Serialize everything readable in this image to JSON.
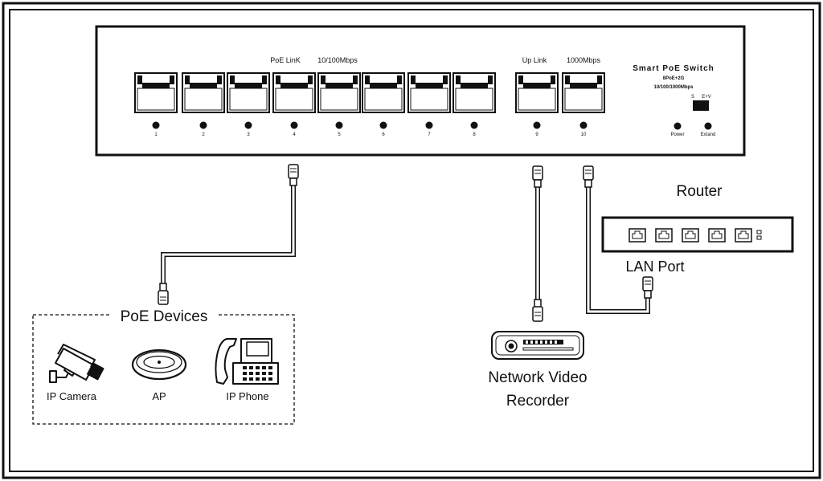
{
  "switch": {
    "title": "Smart PoE Switch",
    "subtitle": "8PoE+2G",
    "speed": "10/100/1000Mbps",
    "poe_link_label": "PoE LinK",
    "poe_speed_label": "10/100Mbps",
    "uplink_label": "Up Link",
    "uplink_speed_label": "1000Mbps",
    "port_numbers": [
      "1",
      "2",
      "3",
      "4",
      "5",
      "6",
      "7",
      "8",
      "9",
      "10"
    ],
    "switch_s": "S",
    "switch_e": "E+V",
    "power_label": "Power",
    "extend_label": "Extand"
  },
  "router": {
    "label": "Router",
    "lan_port_label": "LAN Port"
  },
  "poe_group": {
    "title": "PoE Devices",
    "devices": [
      "IP Camera",
      "AP",
      "IP Phone"
    ]
  },
  "nvr": {
    "line1": "Network Video",
    "line2": "Recorder"
  }
}
